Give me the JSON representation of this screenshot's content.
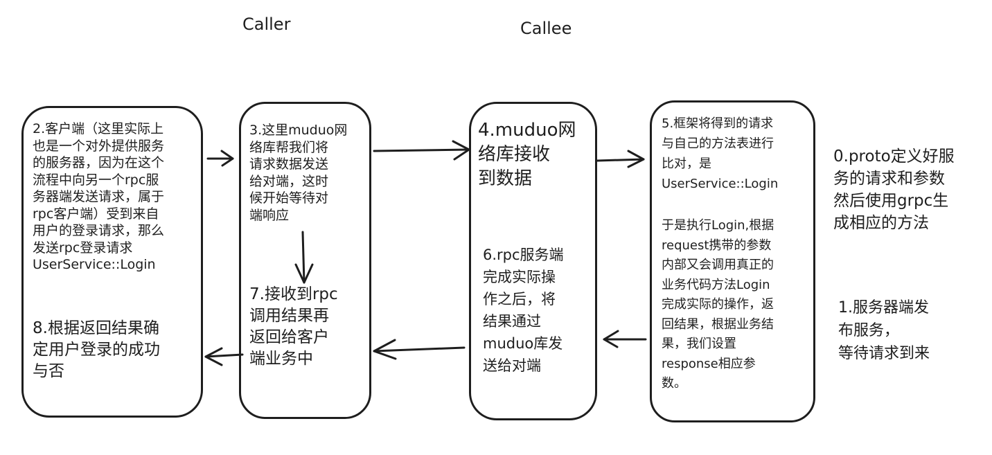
{
  "headers": {
    "caller": "Caller",
    "callee": "Callee"
  },
  "boxes": {
    "client": {
      "step2": "2.客户端（这里实际上\n也是一个对外提供服务\n的服务器，因为在这个\n流程中向另一个rpc服\n务器端发送请求，属于\nrpc客户端）受到来自\n用户的登录请求，那么\n发送rpc登录请求\nUserService::Login",
      "step8": "8.根据返回结果确\n定用户登录的成功\n与否"
    },
    "muduo_client": {
      "step3": "3.这里muduo网\n络库帮我们将\n请求数据发送\n给对端，这时\n候开始等待对\n端响应",
      "step7": "7.接收到rpc\n调用结果再\n返回给客户\n端业务中"
    },
    "muduo_server": {
      "step4": "4.muduo网\n络库接收\n到数据",
      "step6": "6.rpc服务端\n完成实际操\n作之后，将\n结果通过\nmuduo库发\n送给对端"
    },
    "framework": {
      "step5": "5.框架将得到的请求\n与自己的方法表进行\n比对，是\nUserService::Login",
      "step5b": "于是执行Login,根据\nrequest携带的参数\n内部又会调用真正的\n业务代码方法Login\n完成实际的操作，返\n回结果，根据业务结\n果，我们设置\nresponse相应参\n数。"
    }
  },
  "notes": {
    "step0": "0.proto定义好服\n务的请求和参数\n然后使用grpc生\n成相应的方法",
    "step1": "1.服务器端发\n布服务，\n等待请求到来"
  }
}
